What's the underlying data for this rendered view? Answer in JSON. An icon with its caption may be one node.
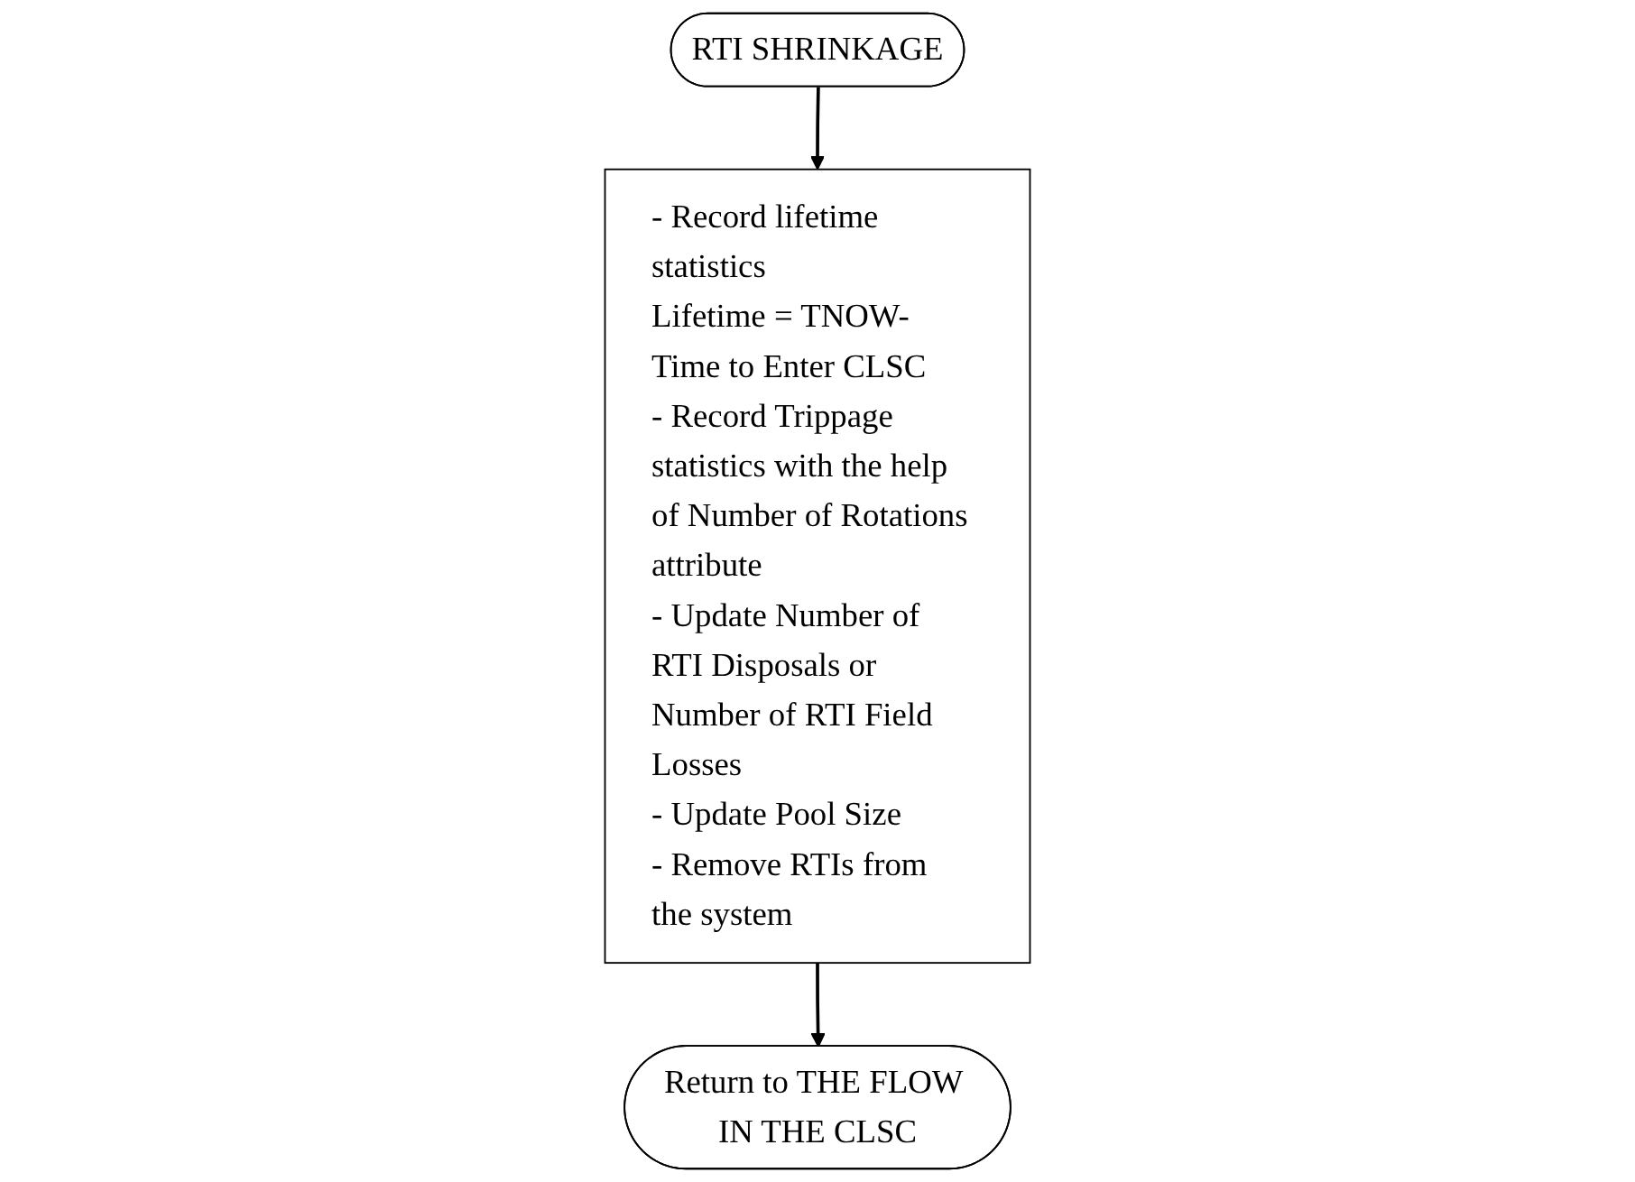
{
  "diagram": {
    "nodes": [
      {
        "text": [
          "RTI SHRINKAGE"
        ]
      },
      {
        "text": [
          "- Record lifetime statistics",
          "Lifetime = TNOW- Time to Enter CLSC",
          "- Record Trippage statistics with the help of Number of Rotations attribute",
          "- Update Number of RTI Disposals or Number of RTI Field Losses",
          "- Update Pool Size",
          "- Remove RTIs from the system"
        ]
      },
      {
        "text": [
          "Return to THE FLOW IN THE CLSC"
        ]
      }
    ],
    "edges": [
      {
        "from": 0,
        "to": 1,
        "arrow": "to"
      },
      {
        "from": 1,
        "to": 2,
        "arrow": "to"
      }
    ]
  }
}
